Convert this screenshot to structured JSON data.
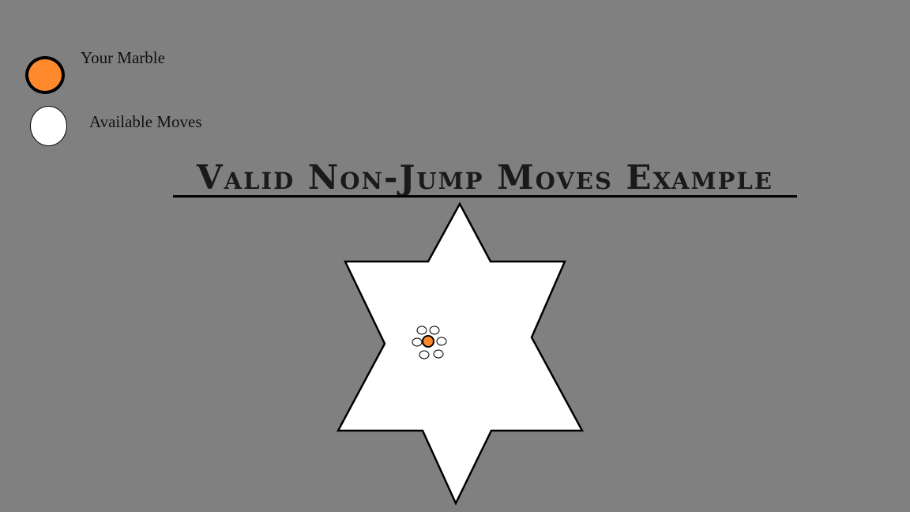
{
  "legend": {
    "marble_label": "Your Marble",
    "moves_label": "Available Moves"
  },
  "title": "Valid Non-Jump Moves Example",
  "colors": {
    "background": "#808080",
    "marble": "#ff8a2e",
    "available_move": "#ffffff",
    "board": "#ffffff",
    "outline": "#000000"
  },
  "icons": {
    "marble": "orange-marble-icon",
    "available_move": "white-circle-icon",
    "board": "six-point-star-board"
  },
  "board": {
    "marble_count": 1,
    "available_moves_count": 6
  }
}
